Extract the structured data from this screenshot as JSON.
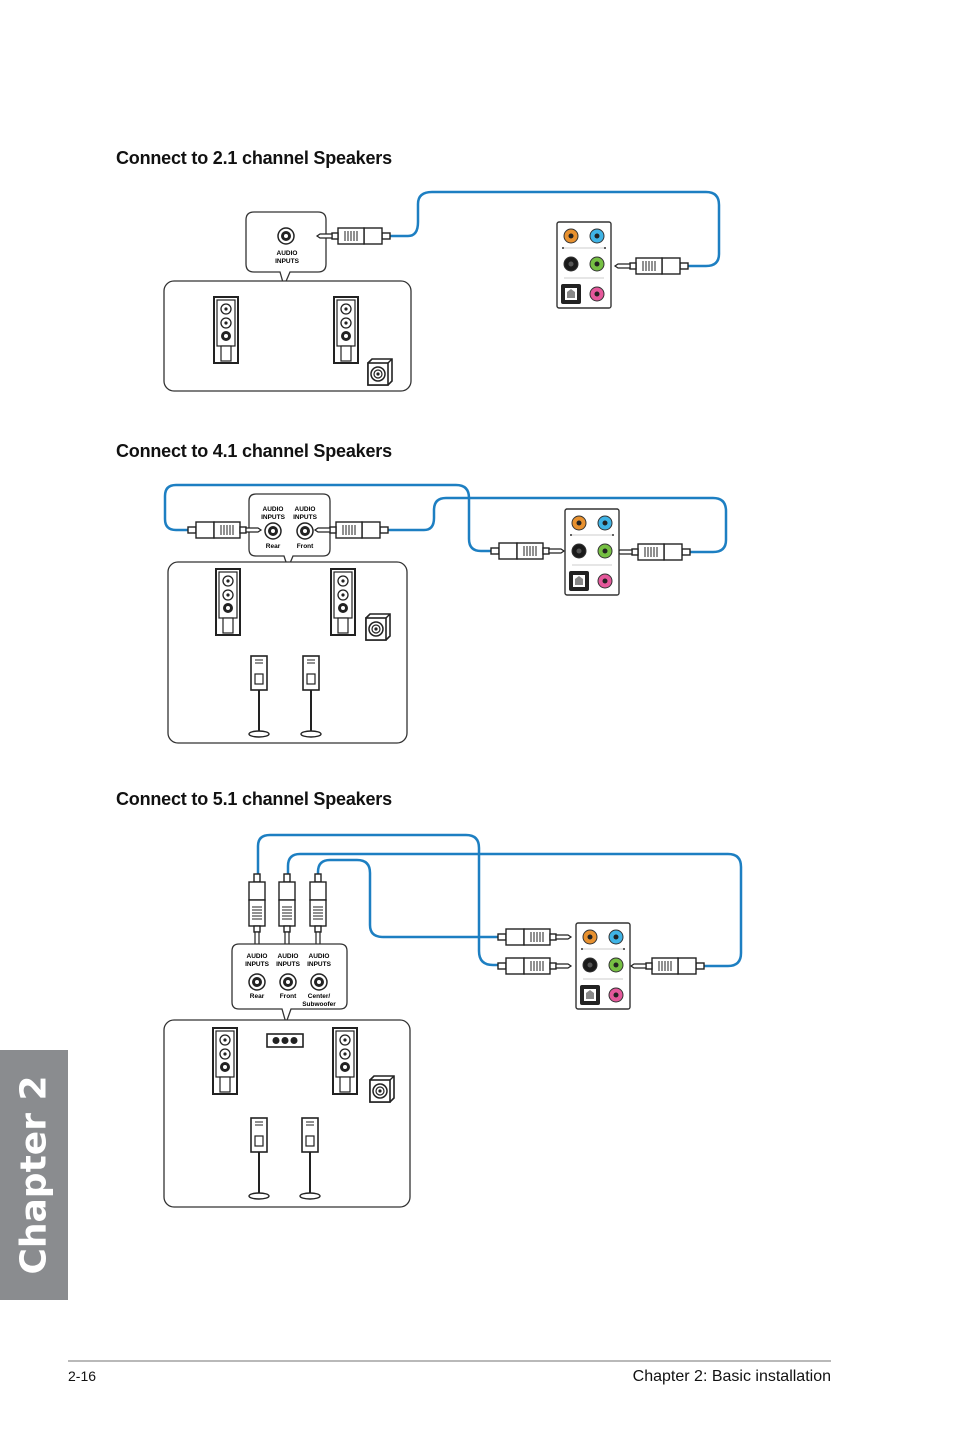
{
  "sections": [
    {
      "heading": "Connect to 2.1 channel Speakers",
      "inputs": [
        {
          "line1": "AUDIO",
          "line2": "INPUTS",
          "port_label": ""
        }
      ]
    },
    {
      "heading": "Connect to 4.1 channel Speakers",
      "inputs": [
        {
          "line1": "AUDIO",
          "line2": "INPUTS",
          "port_label": "Rear"
        },
        {
          "line1": "AUDIO",
          "line2": "INPUTS",
          "port_label": "Front"
        }
      ]
    },
    {
      "heading": "Connect to 5.1 channel Speakers",
      "inputs": [
        {
          "line1": "AUDIO",
          "line2": "INPUTS",
          "port_label": "Rear"
        },
        {
          "line1": "AUDIO",
          "line2": "INPUTS",
          "port_label": "Front"
        },
        {
          "line1": "AUDIO",
          "line2": "INPUTS",
          "port_label_line1": "Center/",
          "port_label_line2": "Subwoofer"
        }
      ]
    }
  ],
  "io_panel_ports": {
    "top_left": "#e8912f",
    "top_right": "#3fb4e6",
    "mid_left": "#1a1a1a",
    "mid_right": "#76c043",
    "bottom_right": "#e5589b",
    "bottom_left": "optical-out-icon"
  },
  "cable_color": "#1d7fc2",
  "side_tab": {
    "text": "Chapter 2",
    "color": "#8a8c8f"
  },
  "footer": {
    "page_number": "2-16",
    "chapter_title": "Chapter 2: Basic installation"
  }
}
